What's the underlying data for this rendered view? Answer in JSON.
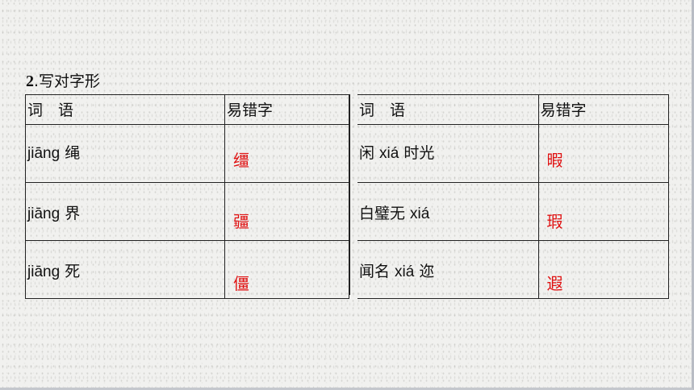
{
  "section_title": {
    "number": "2",
    "text": ".写对字形"
  },
  "left_table": {
    "headers": [
      "词　语",
      "易错字"
    ],
    "rows": [
      {
        "pinyin": "jiāng",
        "word": " 绳",
        "answer": "缰"
      },
      {
        "pinyin": "jiāng",
        "word": " 界",
        "answer": "疆"
      },
      {
        "pinyin": "jiāng",
        "word": " 死",
        "answer": "僵"
      }
    ]
  },
  "right_table": {
    "headers": [
      "词　语",
      "易错字"
    ],
    "rows": [
      {
        "before": "闲 ",
        "pinyin": "xiá",
        "after": " 时光",
        "answer": "暇"
      },
      {
        "before": "白璧无 ",
        "pinyin": "xiá",
        "after": "",
        "answer": "瑕"
      },
      {
        "before": "闻名 ",
        "pinyin": "xiá",
        "after": " 迩",
        "answer": "遐"
      }
    ]
  },
  "colors": {
    "answer": "#e01010",
    "text": "#111111",
    "border": "#222222"
  }
}
